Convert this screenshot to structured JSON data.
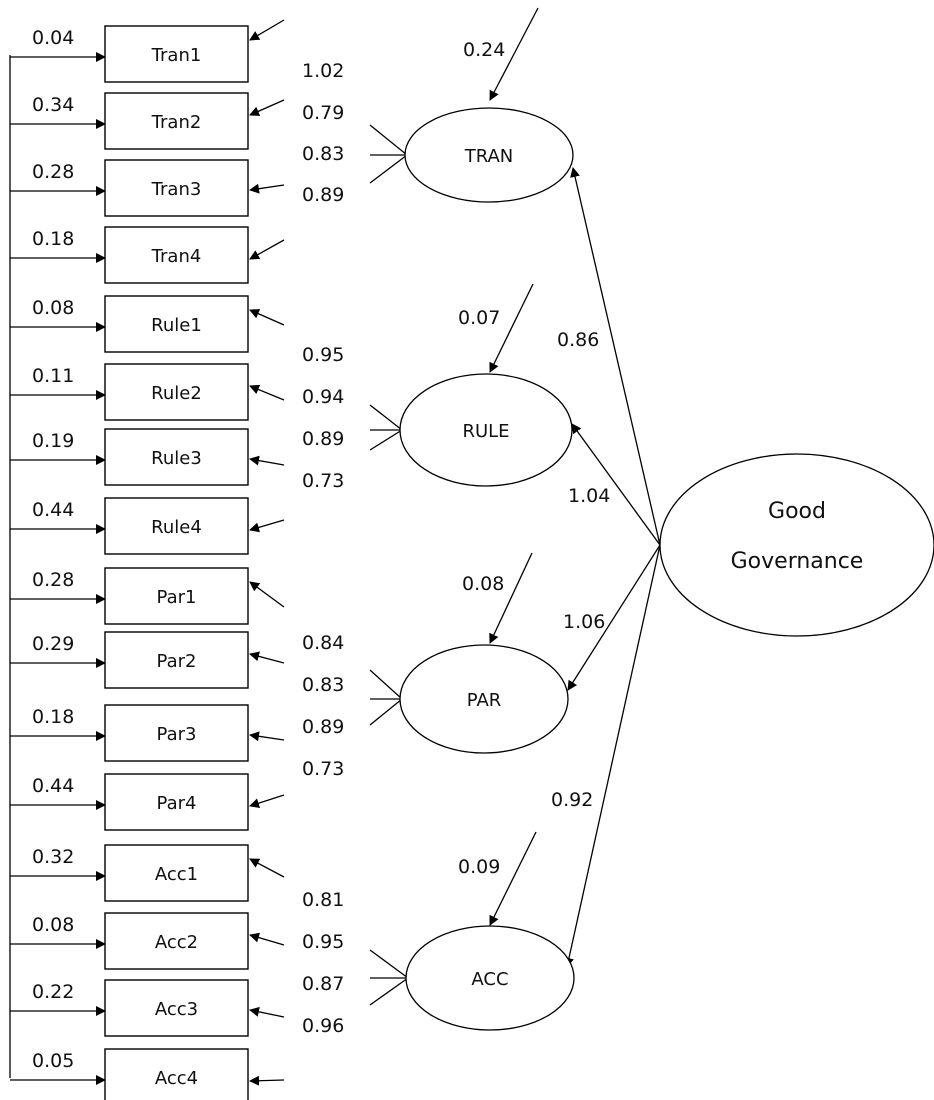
{
  "indicators": [
    {
      "label": "Tran1",
      "error": "0.04",
      "loading": "1.02",
      "factor": "TRAN"
    },
    {
      "label": "Tran2",
      "error": "0.34",
      "loading": "0.79",
      "factor": "TRAN"
    },
    {
      "label": "Tran3",
      "error": "0.28",
      "loading": "0.83",
      "factor": "TRAN"
    },
    {
      "label": "Tran4",
      "error": "0.18",
      "loading": "0.89",
      "factor": "TRAN"
    },
    {
      "label": "Rule1",
      "error": "0.08",
      "loading": "0.95",
      "factor": "RULE"
    },
    {
      "label": "Rule2",
      "error": "0.11",
      "loading": "0.94",
      "factor": "RULE"
    },
    {
      "label": "Rule3",
      "error": "0.19",
      "loading": "0.89",
      "factor": "RULE"
    },
    {
      "label": "Rule4",
      "error": "0.44",
      "loading": "0.73",
      "factor": "RULE"
    },
    {
      "label": "Par1",
      "error": "0.28",
      "loading": "0.84",
      "factor": "PAR"
    },
    {
      "label": "Par2",
      "error": "0.29",
      "loading": "0.83",
      "factor": "PAR"
    },
    {
      "label": "Par3",
      "error": "0.18",
      "loading": "0.89",
      "factor": "PAR"
    },
    {
      "label": "Par4",
      "error": "0.44",
      "loading": "0.73",
      "factor": "PAR"
    },
    {
      "label": "Acc1",
      "error": "0.32",
      "loading": "0.81",
      "factor": "ACC"
    },
    {
      "label": "Acc2",
      "error": "0.08",
      "loading": "0.95",
      "factor": "ACC"
    },
    {
      "label": "Acc3",
      "error": "0.22",
      "loading": "0.87",
      "factor": "ACC"
    },
    {
      "label": "Acc4",
      "error": "0.05",
      "loading": "0.96",
      "factor": "ACC"
    }
  ],
  "factors": [
    {
      "label": "TRAN",
      "disturbance": "0.24",
      "path": "0.86"
    },
    {
      "label": "RULE",
      "disturbance": "0.07",
      "path": "1.04"
    },
    {
      "label": "PAR",
      "disturbance": "0.08",
      "path": "1.06"
    },
    {
      "label": "ACC",
      "disturbance": "0.09",
      "path": "0.92"
    }
  ],
  "second_order": {
    "line1": "Good",
    "line2": "Governance"
  }
}
